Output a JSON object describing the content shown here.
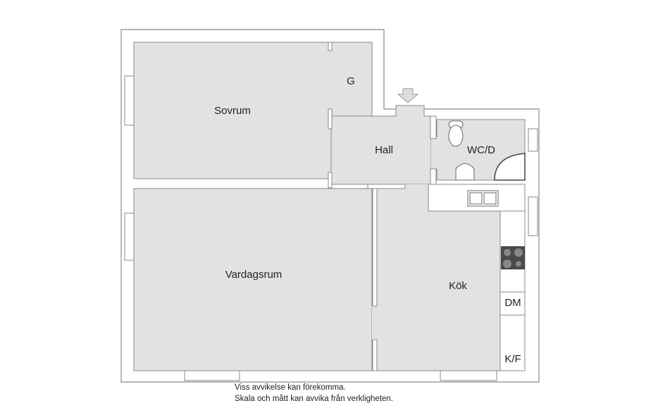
{
  "rooms": {
    "bedroom": "Sovrum",
    "closet": "G",
    "hall": "Hall",
    "bathroom": "WC/D",
    "living_room": "Vardagsrum",
    "kitchen": "Kök",
    "dishwasher": "DM",
    "fridge_freezer": "K/F"
  },
  "disclaimer": {
    "line1": "Viss avvikelse kan förekomma.",
    "line2": "Skala och mått kan avvika från verkligheten."
  },
  "colors": {
    "room_fill": "#e2e2e2",
    "wall_stroke": "#8a8a8a",
    "stove": "#4a4a4a"
  }
}
